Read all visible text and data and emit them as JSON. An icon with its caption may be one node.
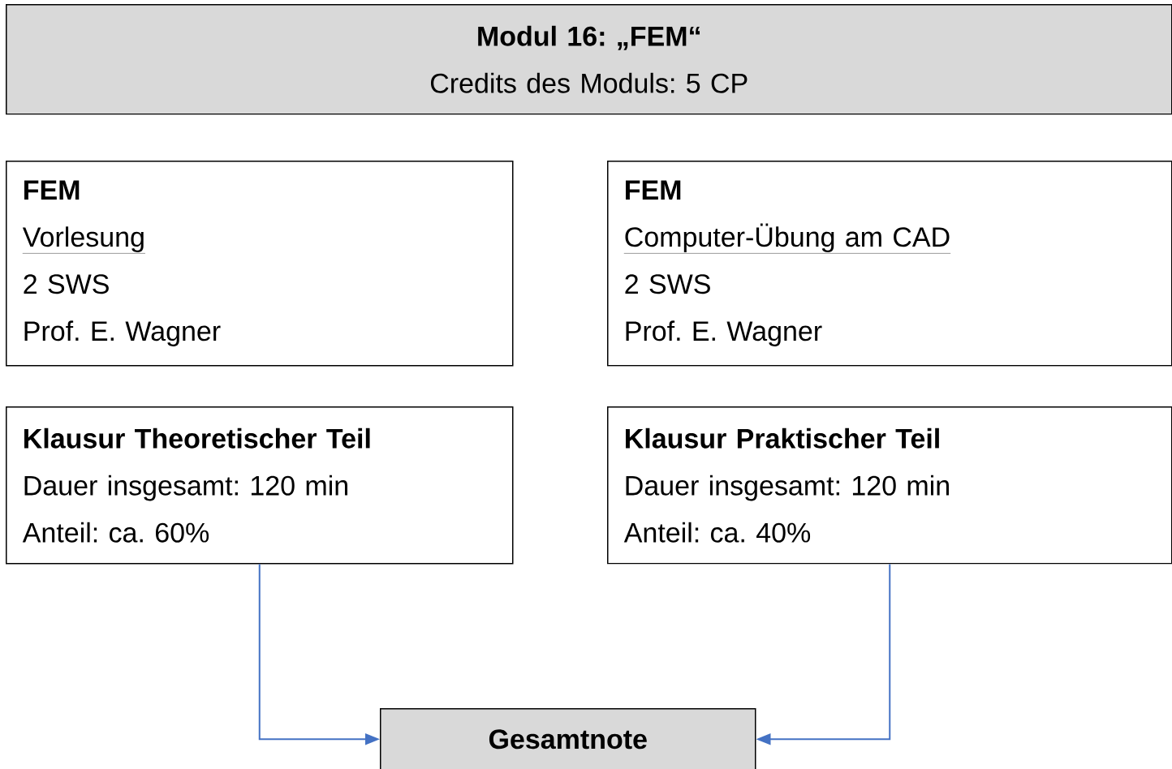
{
  "diagram": {
    "nodes": [
      {
        "text": [
          "Modul 16: „FEM“",
          "Credits des Moduls: 5 CP"
        ]
      },
      {
        "text": [
          "FEM",
          "Vorlesung",
          "2 SWS",
          "Prof. E. Wagner"
        ]
      },
      {
        "text": [
          "FEM",
          "Computer-Übung am CAD",
          "2 SWS",
          "Prof. E. Wagner"
        ]
      },
      {
        "text": [
          "Klausur Theoretischer Teil",
          "Dauer insgesamt: 120 min",
          "Anteil: ca. 60%"
        ]
      },
      {
        "text": [
          "Klausur Praktischer Teil",
          "Dauer insgesamt: 120 min",
          "Anteil: ca. 40%"
        ]
      },
      {
        "text": [
          "Gesamtnote"
        ]
      }
    ],
    "edges": [
      {
        "from": 3,
        "to": 5,
        "arrow": "to"
      },
      {
        "from": 4,
        "to": 5,
        "arrow": "to"
      }
    ]
  }
}
